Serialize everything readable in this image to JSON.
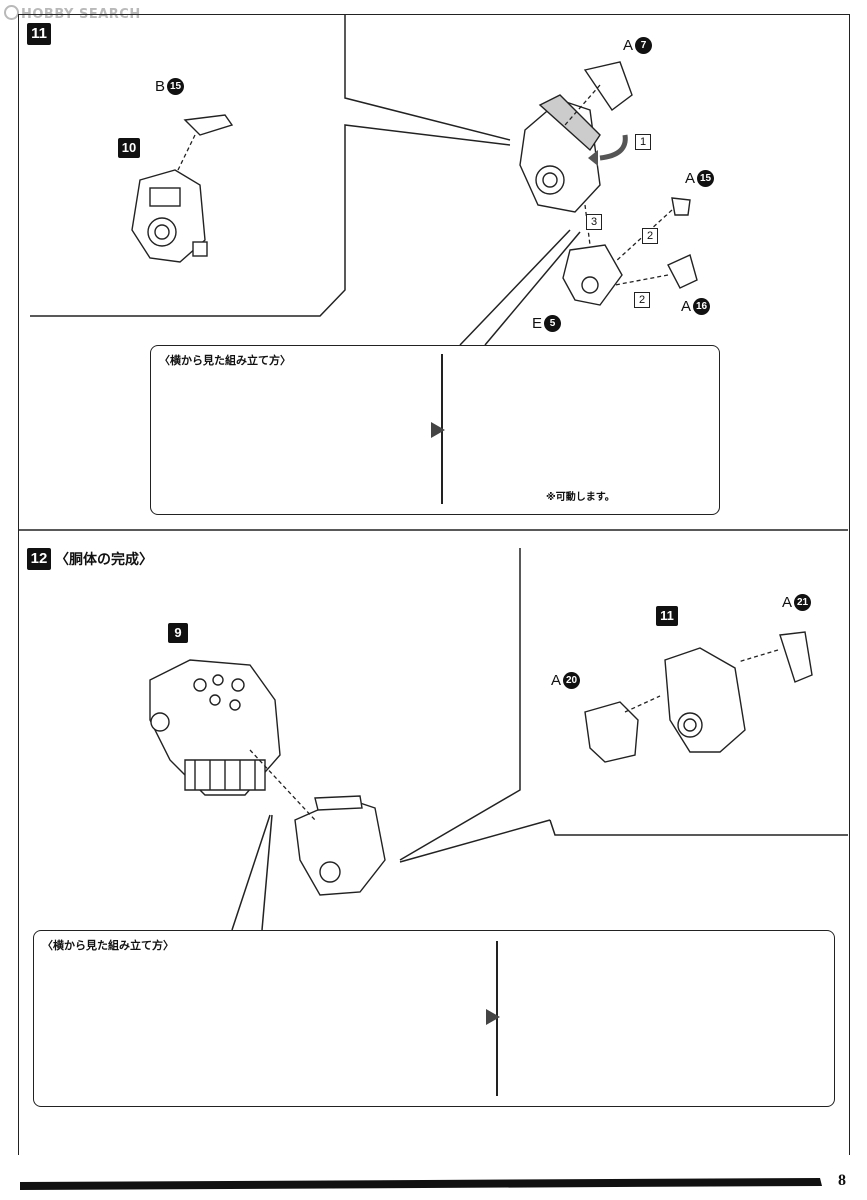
{
  "watermark": {
    "text": "HOBBY SEARCH"
  },
  "step11": {
    "badge": "11",
    "panel_title": "〈横から見た組み立て方〉",
    "note": "※可動します。",
    "sub_badge": "10",
    "parts": {
      "b15": {
        "letter": "B",
        "num": "15"
      },
      "a7": {
        "letter": "A",
        "num": "7"
      },
      "a15": {
        "letter": "A",
        "num": "15"
      },
      "a16": {
        "letter": "A",
        "num": "16"
      },
      "e5": {
        "letter": "E",
        "num": "5"
      }
    },
    "order": {
      "one": "1",
      "two_a": "2",
      "two_b": "2",
      "three": "3"
    }
  },
  "step12": {
    "badge": "12",
    "title": "〈胴体の完成〉",
    "panel_title": "〈横から見た組み立て方〉",
    "sub_badge_9": "9",
    "sub_badge_11": "11",
    "parts": {
      "a20": {
        "letter": "A",
        "num": "20"
      },
      "a21": {
        "letter": "A",
        "num": "21"
      }
    }
  },
  "page_number": "8",
  "icons": [
    "arrow-right-icon",
    "curved-arrow-icon"
  ]
}
